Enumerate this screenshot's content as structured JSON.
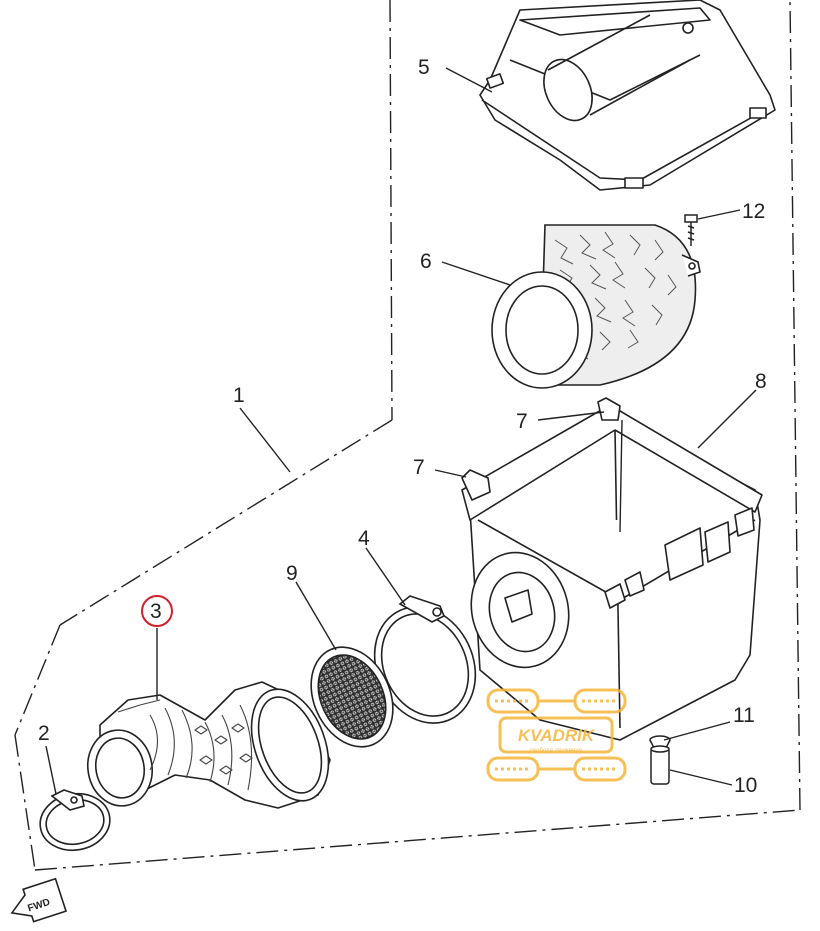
{
  "diagram": {
    "callouts": [
      {
        "id": "1",
        "label": "1"
      },
      {
        "id": "2",
        "label": "2"
      },
      {
        "id": "3",
        "label": "3",
        "highlighted": true
      },
      {
        "id": "4",
        "label": "4"
      },
      {
        "id": "5",
        "label": "5"
      },
      {
        "id": "6",
        "label": "6"
      },
      {
        "id": "7a",
        "label": "7"
      },
      {
        "id": "7b",
        "label": "7"
      },
      {
        "id": "8",
        "label": "8"
      },
      {
        "id": "9",
        "label": "9"
      },
      {
        "id": "10",
        "label": "10"
      },
      {
        "id": "11",
        "label": "11"
      },
      {
        "id": "12",
        "label": "12"
      }
    ],
    "highlight_color": "#d0202a",
    "line_color": "#222222"
  },
  "watermark": {
    "brand": "KVADRIK",
    "tagline": "свобода движения",
    "color": "#f5b63a"
  },
  "direction_marker": {
    "text": "FWD"
  }
}
